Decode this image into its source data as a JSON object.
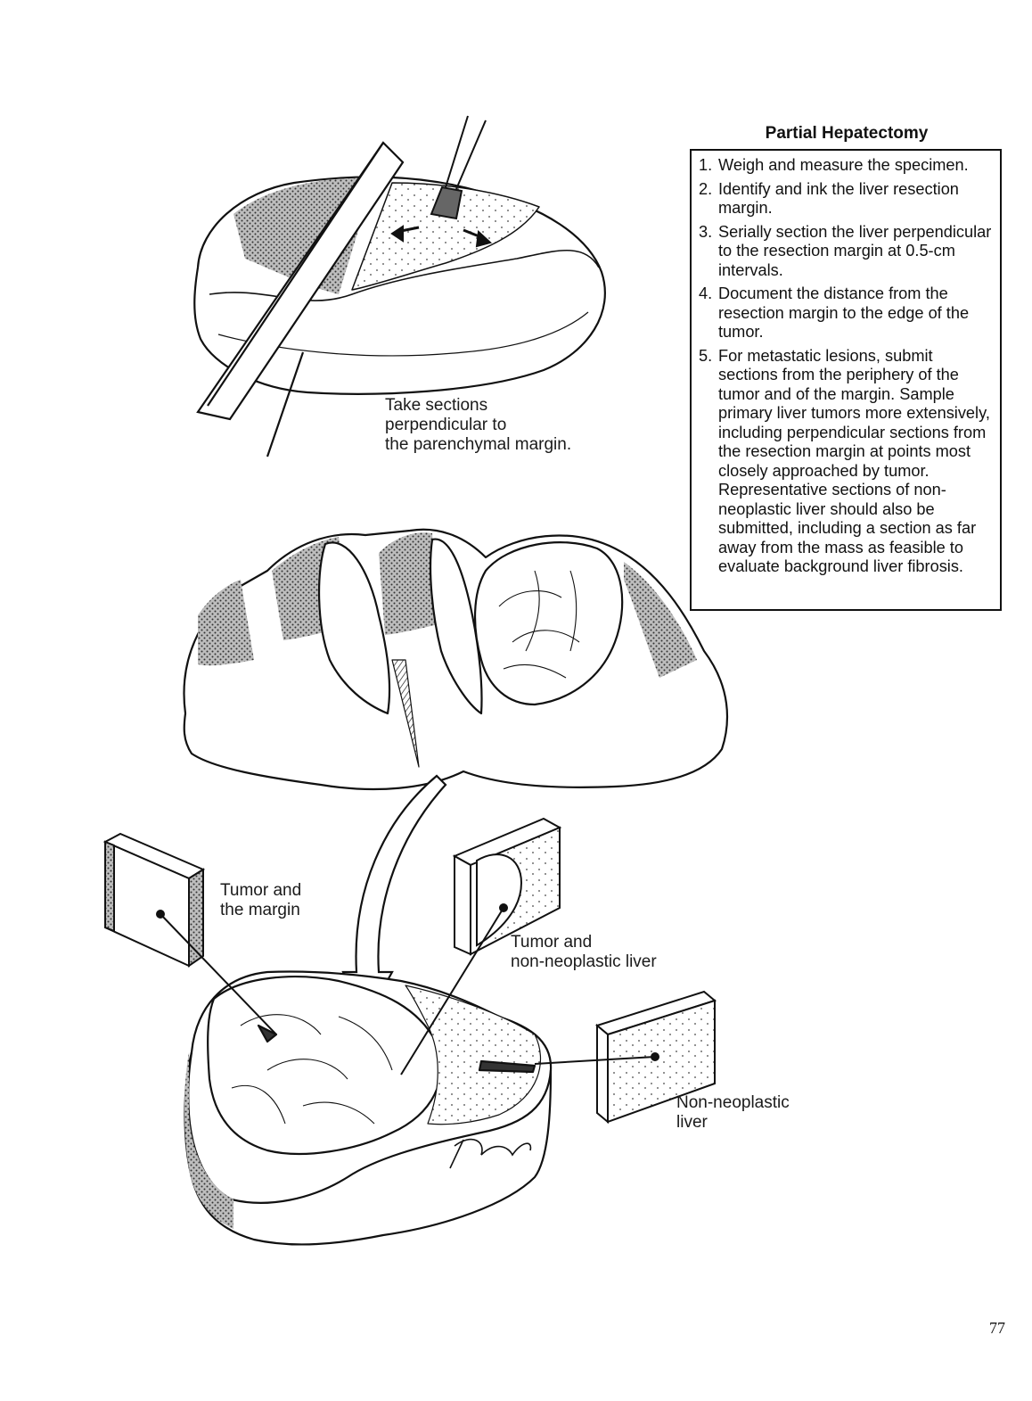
{
  "box": {
    "title": "Partial Hepatectomy",
    "steps": [
      {
        "num": "1.",
        "text": "Weigh and measure the specimen."
      },
      {
        "num": "2.",
        "text": "Identify and ink the liver resection margin."
      },
      {
        "num": "3.",
        "text": "Serially section the liver perpendicular to the resection margin at 0.5-cm intervals."
      },
      {
        "num": "4.",
        "text": "Document the distance from the resection margin to the edge of the tumor."
      },
      {
        "num": "5.",
        "text": "For metastatic lesions, submit sections from the periphery of the tumor and of the margin. Sample primary liver tumors more extensively, including perpendicular sections from the resection margin at points most closely approached by tumor. Representative sections of non-neoplastic liver should also be submitted, including a section as far away from the mass as feasible to evaluate background liver fibrosis."
      }
    ]
  },
  "labels": {
    "take_sections": [
      "Take sections",
      "perpendicular to",
      "the parenchymal margin."
    ],
    "tumor_margin": [
      "Tumor and",
      "the margin"
    ],
    "tumor_nonneoplastic": [
      "Tumor and",
      "non-neoplastic liver"
    ],
    "nonneoplastic": [
      "Non-neoplastic",
      "liver"
    ]
  },
  "page_number": "77",
  "colors": {
    "ink": "#111111",
    "stipple": "#555555",
    "paper": "#ffffff"
  }
}
